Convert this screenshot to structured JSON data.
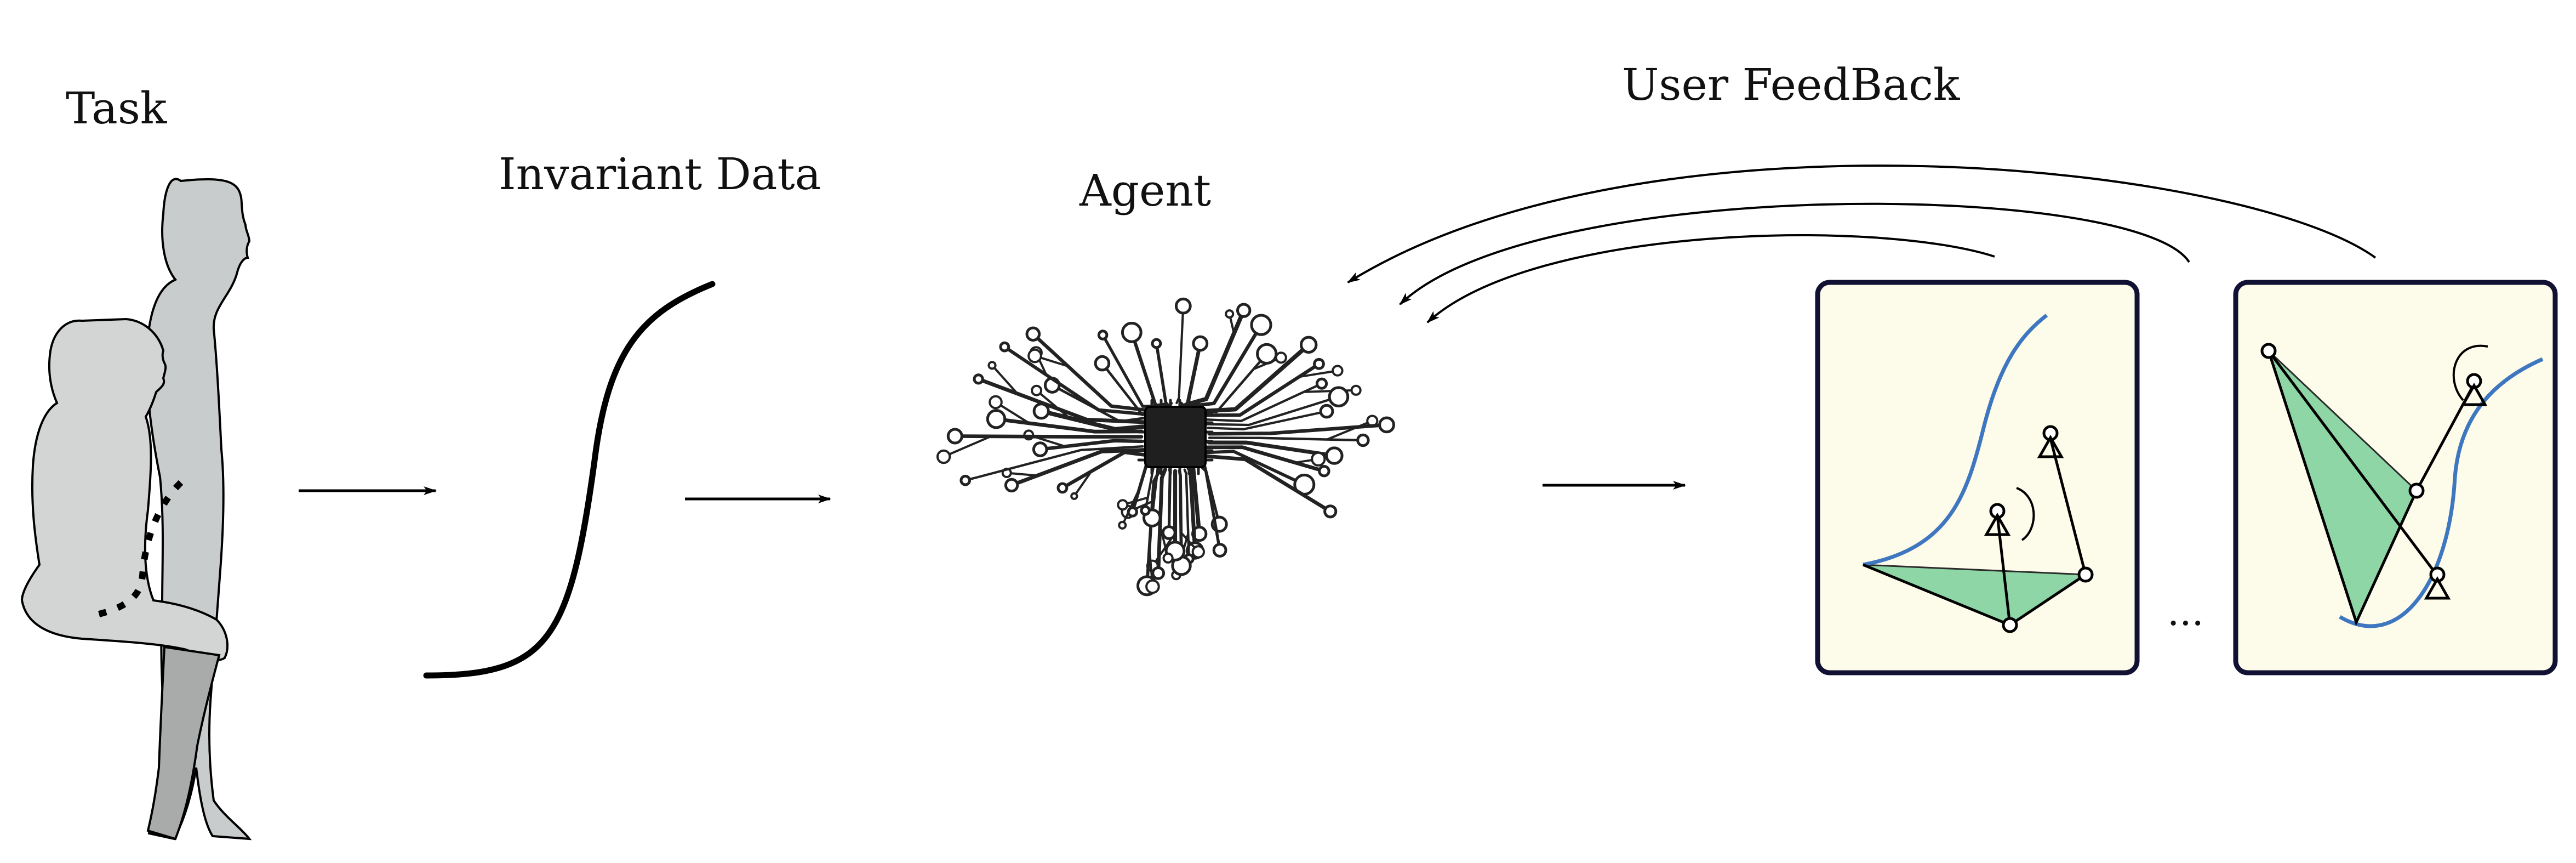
{
  "labels": {
    "task": "Task",
    "invariant_data": "Invariant Data",
    "agent": "Agent",
    "user_feedback": "User FeedBack",
    "ellipsis": "..."
  },
  "colors": {
    "stroke": "#000000",
    "silhouette_front": "#c9cccc",
    "silhouette_back": "#d3d5d5",
    "leg_shadow": "#a9abab",
    "panel_fill": "#fdfcea",
    "panel_border": "#111133",
    "curve_blue": "#3e76c0",
    "polygon_green": "#8fd6a6"
  },
  "icons": {
    "agent": "circuit-brain-icon",
    "task": "human-sit-to-stand-icon"
  }
}
